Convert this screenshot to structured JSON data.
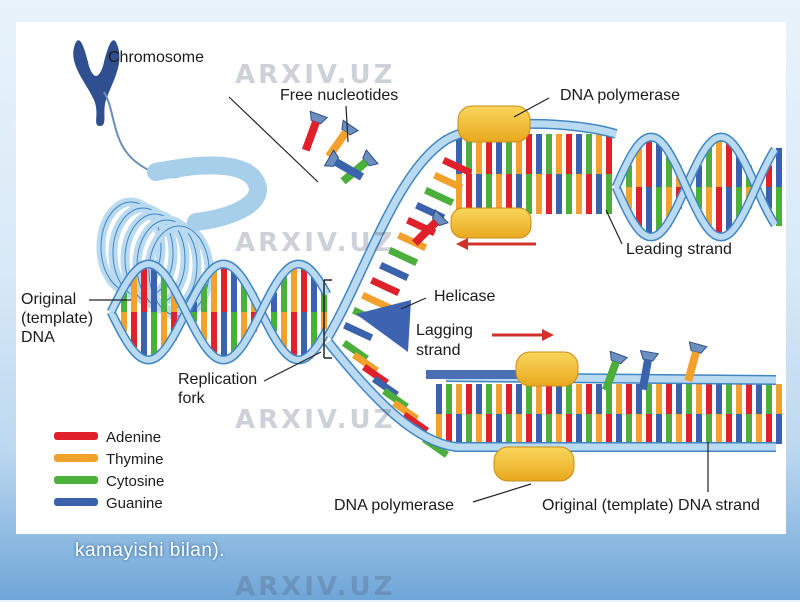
{
  "labels": {
    "chromosome": "Chromosome",
    "free_nucleotides": "Free nucleotides",
    "dna_polymerase_top": "DNA polymerase",
    "leading_strand": "Leading strand",
    "helicase": "Helicase",
    "lagging_strand_1": "Lagging",
    "lagging_strand_2": "strand",
    "original_1": "Original",
    "original_2": "(template)",
    "original_3": "DNA",
    "replication_fork_1": "Replication",
    "replication_fork_2": "fork",
    "dna_polymerase_bottom": "DNA polymerase",
    "original_strand": "Original (template) DNA strand"
  },
  "legend": [
    {
      "name": "Adenine",
      "color": "#e0202a"
    },
    {
      "name": "Thymine",
      "color": "#f2a22c"
    },
    {
      "name": "Cytosine",
      "color": "#4caf3c"
    },
    {
      "name": "Guanine",
      "color": "#3a62ad"
    }
  ],
  "colors": {
    "backbone": "#b9daf0",
    "backbone_edge": "#3f86c3",
    "enzyme": "#f3c33a",
    "helicase": "#3e63b0",
    "arrow": "#d2312b"
  },
  "watermark": "ARXIV.UZ",
  "caption": "kamayishi bilan)."
}
